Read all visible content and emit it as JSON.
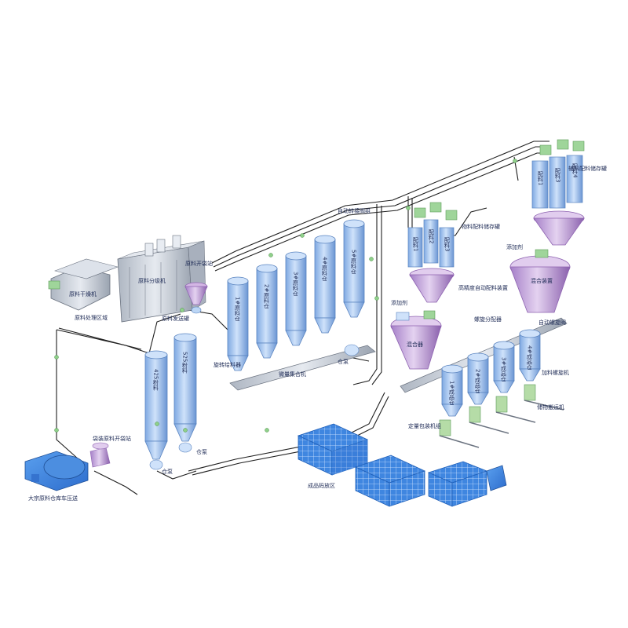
{
  "colors": {
    "silo": "#a9c9f0",
    "silo_dark": "#6f98d6",
    "mixer": "#c9a7de",
    "mixer_dark": "#8d62b0",
    "pallet": "#3f86e0",
    "pallet_dark": "#1f5fb8",
    "truck": "#3a74c9",
    "valve": "#8fd08a",
    "pipe": "#222222",
    "label": "#1d2a55"
  },
  "labels": {
    "raw_dryer": "原料干燥机",
    "raw_process_area": "原料处理区域",
    "raw_classifier": "原料分级机",
    "raw_unload_station_top": "原料开袋站",
    "raw_feed": "原料发送罐",
    "auto_conveyor_group": "自动转接阀组",
    "silo_1": "1#原料仓",
    "silo_2": "2#原料仓",
    "silo_3": "3#原料仓",
    "silo_4": "4#原料仓",
    "silo_5": "5#原料仓",
    "spiral_feeder": "旋转给料器",
    "weigh_collector": "微量集合机",
    "warehouse_pump_1": "仓泵",
    "warehouse_pump_2": "仓泵",
    "warehouse_pump_3": "仓泵",
    "powder_425": "425粉料",
    "powder_525": "525粉料",
    "bag_unload_station": "袋装原料开袋站",
    "bulk_truck": "大宗原料仓库车压送",
    "finished_area": "成品码放区",
    "additive_left": "添加剂",
    "additive_right": "添加剂",
    "mixer_left": "混合器",
    "mixer_right": "混合装置",
    "batch_1": "配料1",
    "batch_2": "配料2",
    "batch_3": "配料3",
    "batch_tank_group": "物料配料储存罐",
    "precision_auto_batch": "高精度自动配料装置",
    "screw_dist": "螺旋分配器",
    "auto_screw": "自动螺旋阀",
    "product_1": "1#成品仓",
    "product_2": "2#成品仓",
    "product_3": "3#成品仓",
    "product_4": "4#成品仓",
    "add_screw": "加料螺旋机",
    "conveyor": "储物搬运机",
    "fixed_pack": "定量包装机组",
    "r_batch_1": "配料1",
    "r_batch_3": "配料3",
    "r_batch_4": "配料4",
    "r_batch_tank": "辅料配料储存罐"
  }
}
